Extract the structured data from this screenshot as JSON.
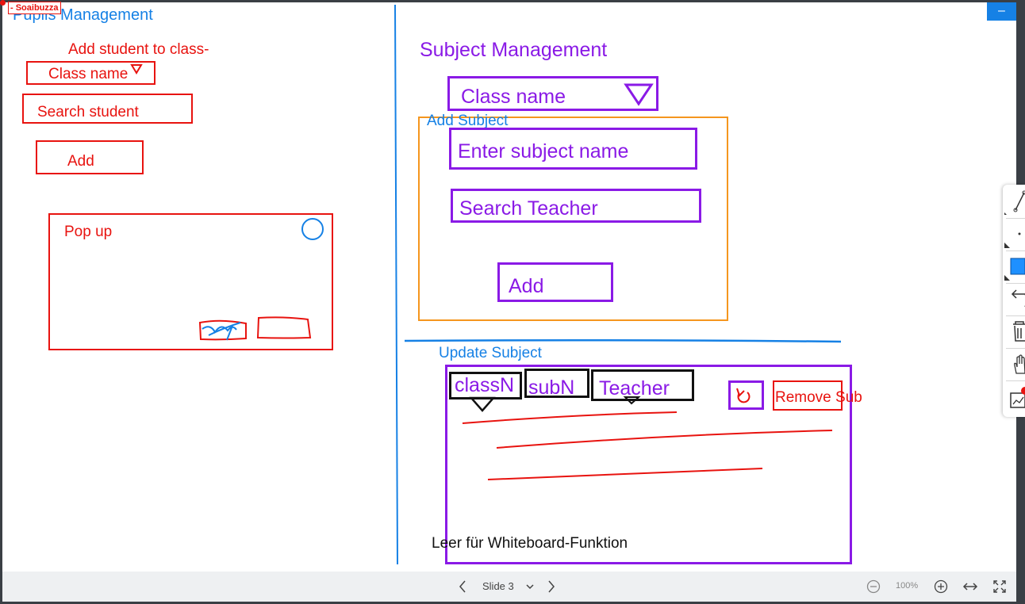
{
  "author_tag": "- Soaibuzza",
  "window": {
    "minimize_label": "–"
  },
  "board": {
    "pupils_title": "Pupils Management",
    "add_student_heading": "Add student to class-",
    "class_name_box": "Class name",
    "search_student_box": "Search student",
    "add_box": "Add",
    "popup_label": "Pop up",
    "subject_title": "Subject Management",
    "subject_class_name_box": "Class name",
    "add_subject_label": "Add Subject",
    "enter_subject_box": "Enter subject name",
    "search_teacher_box": "Search Teacher",
    "subject_add_box": "Add",
    "update_subject_label": "Update Subject",
    "col_class": "classN",
    "col_subject": "subN",
    "col_teacher": "Teacher",
    "remove_sub_label": "Remove Sub",
    "footer_note": "Leer für Whiteboard-Funktion"
  },
  "colors": {
    "red": "#e8130f",
    "blue": "#1681e5",
    "purple": "#8a1ae6",
    "orange": "#f5961e",
    "black": "#111111"
  },
  "toolbar": {
    "tools": [
      "line-tool-icon",
      "point-tool-icon",
      "shape-tool-icon",
      "undo-icon",
      "delete-icon",
      "pan-hand-icon",
      "slides-icon"
    ]
  },
  "bottombar": {
    "slide_label": "Slide 3",
    "zoom_label": "100%"
  }
}
